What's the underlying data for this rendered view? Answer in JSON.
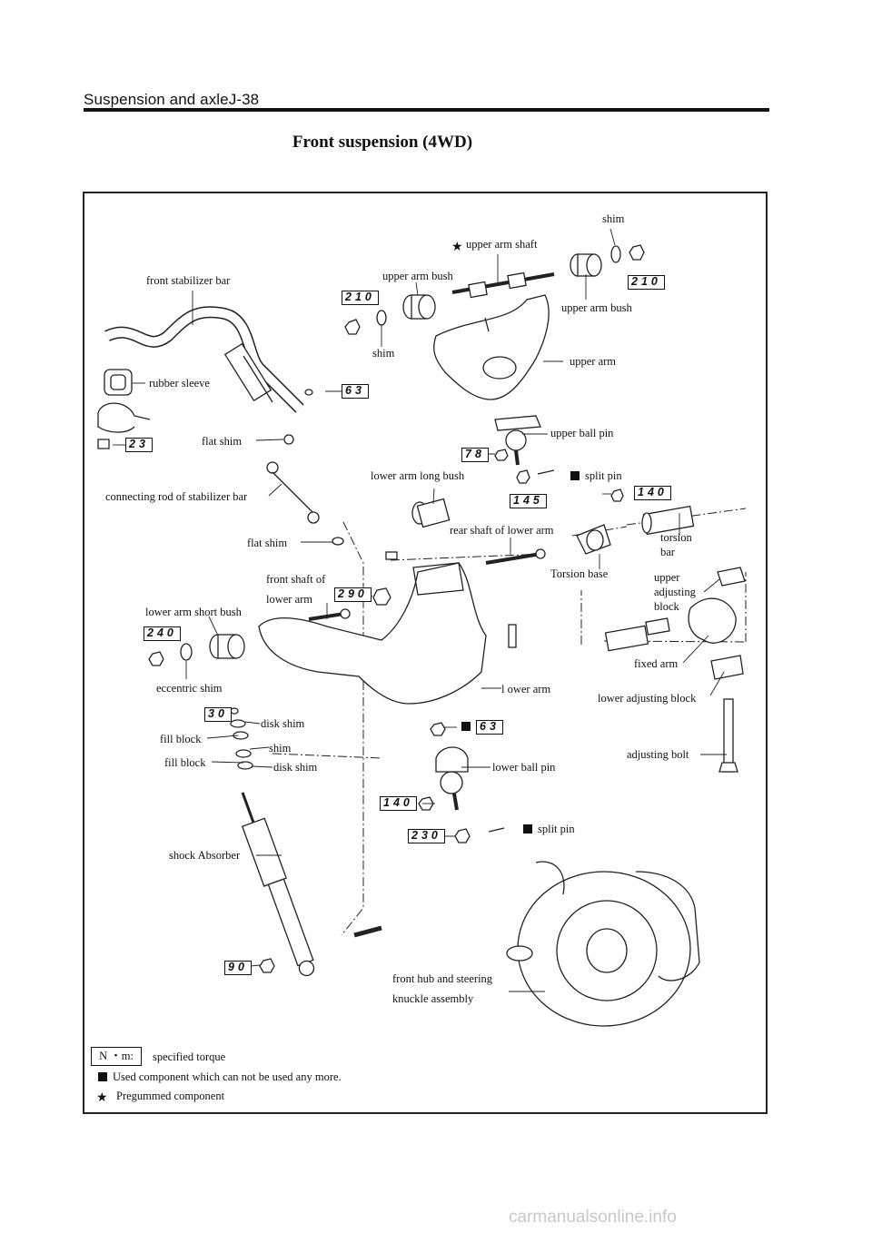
{
  "header": {
    "section": "Suspension and axleJ-38"
  },
  "title": "Front suspension (4WD)",
  "labels": {
    "shim_top": "shim",
    "upper_arm_shaft": "upper arm shaft",
    "upper_arm_bush_left": "upper arm bush",
    "upper_arm_bush_right": "upper arm bush",
    "front_stabilizer_bar": "front stabilizer bar",
    "shim_left": "shim",
    "upper_arm": "upper arm",
    "rubber_sleeve": "rubber sleeve",
    "flat_shim_1": "flat shim",
    "upper_ball_pin": "upper ball pin",
    "lower_arm_long_bush": "lower arm long bush",
    "split_pin_1": "split pin",
    "connecting_rod": "connecting rod of stabilizer bar",
    "rear_shaft_lower_arm": "rear shaft of lower arm",
    "torsion_bar_1": "torsion",
    "torsion_bar_2": "bar",
    "flat_shim_2": "flat shim",
    "torsion_base": "Torsion base",
    "front_shaft_1": "front shaft of",
    "front_shaft_2": "lower arm",
    "upper_adj_1": "upper",
    "upper_adj_2": "adjusting",
    "upper_adj_3": "block",
    "lower_arm_short_bush": "lower arm short bush",
    "fixed_arm": "fixed arm",
    "eccentric_shim": "eccentric shim",
    "lower_arm": "l ower arm",
    "lower_adjusting_block": "lower adjusting block",
    "disk_shim_1": "disk shim",
    "fill_block_1": "fill block",
    "shim_mid": "shim",
    "fill_block_2": "fill block",
    "disk_shim_2": "disk shim",
    "lower_ball_pin": "lower ball pin",
    "adjusting_bolt": "adjusting bolt",
    "split_pin_2": "split pin",
    "shock_absorber": "shock Absorber",
    "hub_1": "front hub and steering",
    "hub_2": "knuckle assembly"
  },
  "torques": {
    "t210_right": "210",
    "t210_left": "210",
    "t63_top": "63",
    "t23": "23",
    "t78": "78",
    "t145": "145",
    "t140_right": "140",
    "t290": "290",
    "t240": "240",
    "t30": "30",
    "t63_lower": "63",
    "t140_lower": "140",
    "t230": "230",
    "t90": "90"
  },
  "legend": {
    "unit": "N ・m:",
    "unit_desc": "specified torque",
    "used": "Used component which can not be used any more.",
    "pregummed": "Pregummed component"
  },
  "footer": "carmanualsonline.info"
}
